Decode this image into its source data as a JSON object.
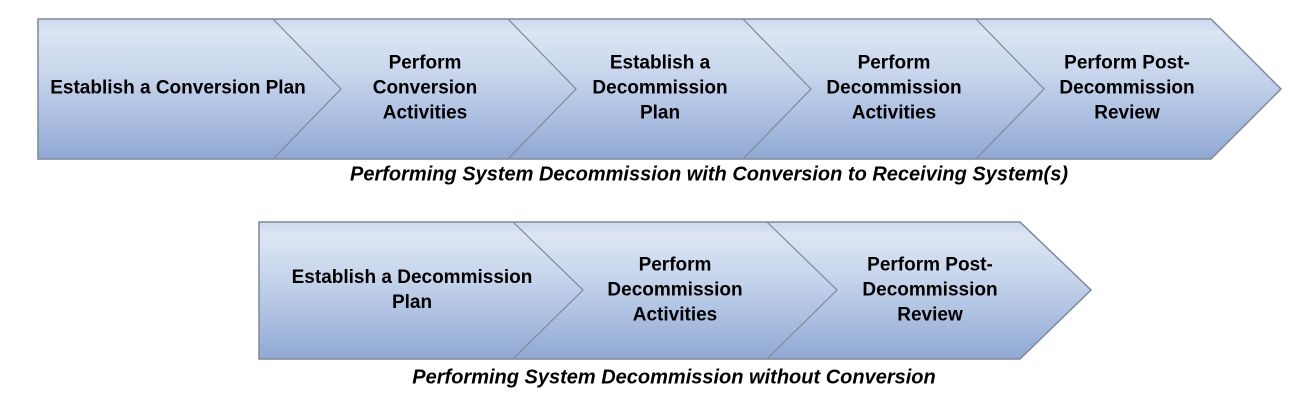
{
  "flows": [
    {
      "id": "with-conversion",
      "steps": [
        "Establish a Conversion Plan",
        "Perform\nConversion\nActivities",
        "Establish a\nDecommission\nPlan",
        "Perform\nDecommission\nActivities",
        "Perform Post-\nDecommission\nReview"
      ],
      "caption": "Performing System Decommission with Conversion to Receiving System(s)"
    },
    {
      "id": "without-conversion",
      "steps": [
        "Establish a Decommission\nPlan",
        "Perform\nDecommission\nActivities",
        "Perform Post-\nDecommission\nReview"
      ],
      "caption": "Performing System Decommission without Conversion"
    }
  ],
  "colors": {
    "chevron_fill_top": "#ccd9ec",
    "chevron_fill_highlight": "#dbe5f3",
    "chevron_fill_mid": "#c9d6ec",
    "chevron_fill_bottom": "#90a8d3",
    "chevron_outline": "#7d8996",
    "text": "#000000",
    "background": "#ffffff"
  }
}
